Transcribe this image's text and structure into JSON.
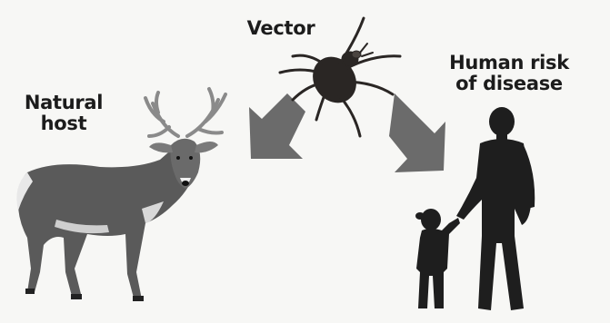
{
  "labels": {
    "vector": "Vector",
    "natural_host_line1": "Natural",
    "natural_host_line2": "host",
    "human_line1": "Human risk",
    "human_line2": "of disease"
  },
  "icons": [
    "tick-icon",
    "deer-icon",
    "adult-silhouette-icon",
    "child-silhouette-icon",
    "arrow-left-down-icon",
    "arrow-right-down-icon"
  ],
  "colors": {
    "background": "#f7f7f5",
    "arrow": "#6b6b6b",
    "silhouette": "#1e1e1e",
    "tick": "#2a2624",
    "deer": "#5a5a5a"
  }
}
